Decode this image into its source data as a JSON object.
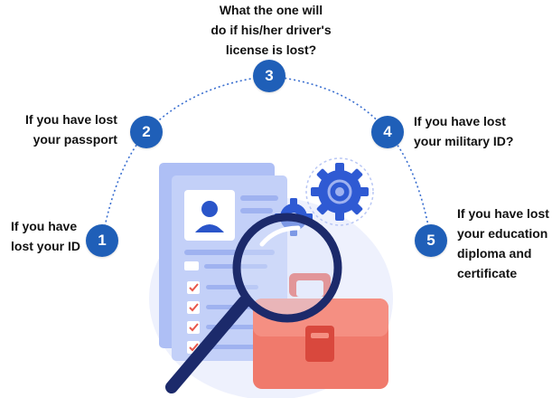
{
  "steps": [
    {
      "number": "1",
      "lines": [
        "If you have",
        "lost your ID"
      ]
    },
    {
      "number": "2",
      "lines": [
        "If you have lost",
        "your passport"
      ]
    },
    {
      "number": "3",
      "lines": [
        "What the one will",
        "do if his/her driver's",
        "license is lost?"
      ]
    },
    {
      "number": "4",
      "lines": [
        "If you have lost",
        "your military ID?"
      ]
    },
    {
      "number": "5",
      "lines": [
        "If you have lost",
        "your education",
        "diploma and",
        "certificate"
      ]
    }
  ],
  "colors": {
    "step_circle": "#1f5fb8",
    "dotted_arc": "#3a6fd0",
    "illustration_blue": "#8fa8f0",
    "briefcase": "#f07a6c"
  },
  "icons": [
    "id-card-icon",
    "checklist-icon",
    "gear-icon",
    "magnifier-icon",
    "briefcase-icon"
  ]
}
